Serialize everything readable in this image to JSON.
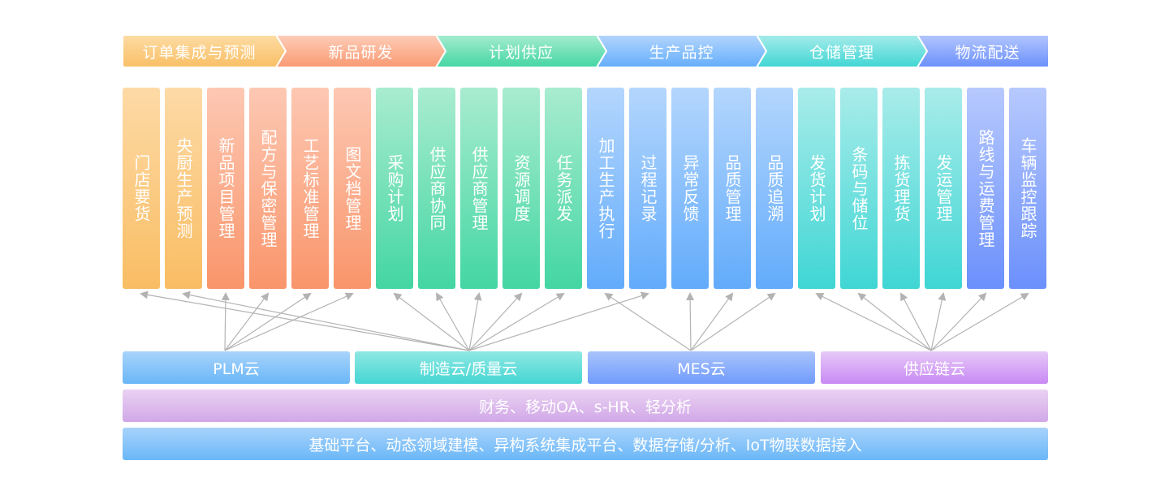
{
  "stages": [
    {
      "label": "订单集成与预测",
      "color_from": "#fddca4",
      "color_to": "#f9bf66"
    },
    {
      "label": "新品研发",
      "color_from": "#fdcdb8",
      "color_to": "#f99a72"
    },
    {
      "label": "计划供应",
      "color_from": "#a6ecd0",
      "color_to": "#43d6a3"
    },
    {
      "label": "生产品控",
      "color_from": "#b4d6fd",
      "color_to": "#64adfb"
    },
    {
      "label": "仓储管理",
      "color_from": "#a6ecea",
      "color_to": "#3fd6d4"
    },
    {
      "label": "物流配送",
      "color_from": "#b3c6fd",
      "color_to": "#6b90fc"
    }
  ],
  "modules": [
    {
      "label": "门店要货",
      "group": "orange"
    },
    {
      "label": "央厨生产预测",
      "group": "orange"
    },
    {
      "label": "新品项目管理",
      "group": "salmon"
    },
    {
      "label": "配方与保密管理",
      "group": "salmon"
    },
    {
      "label": "工艺标准管理",
      "group": "salmon"
    },
    {
      "label": "图文档管理",
      "group": "salmon"
    },
    {
      "label": "采购计划",
      "group": "green"
    },
    {
      "label": "供应商协同",
      "group": "green"
    },
    {
      "label": "供应商管理",
      "group": "green"
    },
    {
      "label": "资源调度",
      "group": "green"
    },
    {
      "label": "任务派发",
      "group": "green"
    },
    {
      "label": "加工生产执行",
      "group": "blue"
    },
    {
      "label": "过程记录",
      "group": "blue"
    },
    {
      "label": "异常反馈",
      "group": "blue"
    },
    {
      "label": "品质管理",
      "group": "blue"
    },
    {
      "label": "品质追溯",
      "group": "blue"
    },
    {
      "label": "发货计划",
      "group": "teal"
    },
    {
      "label": "条码与储位",
      "group": "teal"
    },
    {
      "label": "拣货理货",
      "group": "teal"
    },
    {
      "label": "发运管理",
      "group": "teal"
    },
    {
      "label": "路线与运费管理",
      "group": "indigo"
    },
    {
      "label": "车辆监控跟踪",
      "group": "indigo"
    }
  ],
  "clouds": [
    {
      "label": "PLM云",
      "targets": [
        2,
        3,
        4,
        5
      ],
      "color_from": "#a8d3fb",
      "color_to": "#6ab7f8"
    },
    {
      "label": "制造云/质量云",
      "targets": [
        0,
        1,
        6,
        7,
        8,
        9,
        10,
        12
      ],
      "color_from": "#8fe8e3",
      "color_to": "#45d6d3"
    },
    {
      "label": "MES云",
      "targets": [
        11,
        13,
        14,
        15
      ],
      "color_from": "#a9c3fc",
      "color_to": "#719cfc"
    },
    {
      "label": "供应链云",
      "targets": [
        16,
        17,
        18,
        19,
        20,
        21
      ],
      "color_from": "#e6c9f7",
      "color_to": "#c98af4"
    }
  ],
  "layers": [
    {
      "label": "财务、移动OA、s-HR、轻分析",
      "color_from": "#ead2f2",
      "color_to": "#d1a8e8"
    },
    {
      "label": "基础平台、动态领域建模、异构系统集成平台、数据存储/分析、IoT物联数据接入",
      "color_from": "#a8d3fb",
      "color_to": "#6ab7f8"
    }
  ],
  "arrow_color": "#b3b3b3"
}
